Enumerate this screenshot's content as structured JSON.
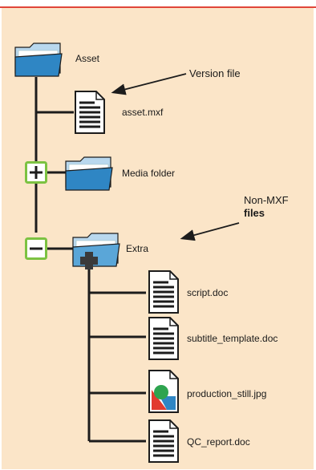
{
  "colors": {
    "background": "#fbe5c8",
    "top_rule": "#e0463a",
    "line": "#1c1c1c",
    "folder_blue": "#2f86c4",
    "toggle_green": "#7cc242"
  },
  "tree": {
    "root": {
      "label": "Asset",
      "icon": "folder-icon"
    },
    "version_file": {
      "label": "asset.mxf",
      "icon": "document-icon"
    },
    "media_folder": {
      "label": "Media folder",
      "icon": "folder-icon",
      "toggle": "expand-plus-icon"
    },
    "extra_folder": {
      "label": "Extra",
      "icon": "folder-add-icon",
      "toggle": "collapse-minus-icon"
    },
    "extra_files": [
      {
        "label": "script.doc",
        "icon": "document-icon"
      },
      {
        "label": "subtitle_template.doc",
        "icon": "document-icon"
      },
      {
        "label": "production_still.jpg",
        "icon": "image-file-icon"
      },
      {
        "label": "QC_report.doc",
        "icon": "document-icon"
      }
    ]
  },
  "annotations": {
    "version_file": "Version file",
    "non_mxf_line1": "Non-MXF",
    "non_mxf_line2": "files"
  }
}
